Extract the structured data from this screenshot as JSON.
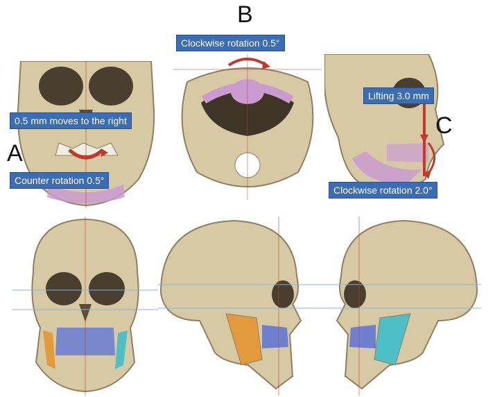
{
  "panels": {
    "a": {
      "letter": "A",
      "move_label": "0.5 mm moves to the right",
      "rotation_label": "Counter rotation 0.5°"
    },
    "b": {
      "letter": "B",
      "rotation_label": "Clockwise rotation 0.5°"
    },
    "c": {
      "letter": "C",
      "lift_label": "Lifting 3.0 mm",
      "rotation_label": "Clockwise rotation 2.0°"
    }
  },
  "colors": {
    "bone": "#d7c9a4",
    "bone_shadow": "#8e7f62",
    "pink_segment": "#c99bd0",
    "blue_maxilla": "#6f7fd0",
    "orange_ramus": "#e39a3d",
    "cyan_ramus": "#4cc0c6",
    "arrow_red": "#c0392b",
    "label_blue": "#3a6db3"
  }
}
